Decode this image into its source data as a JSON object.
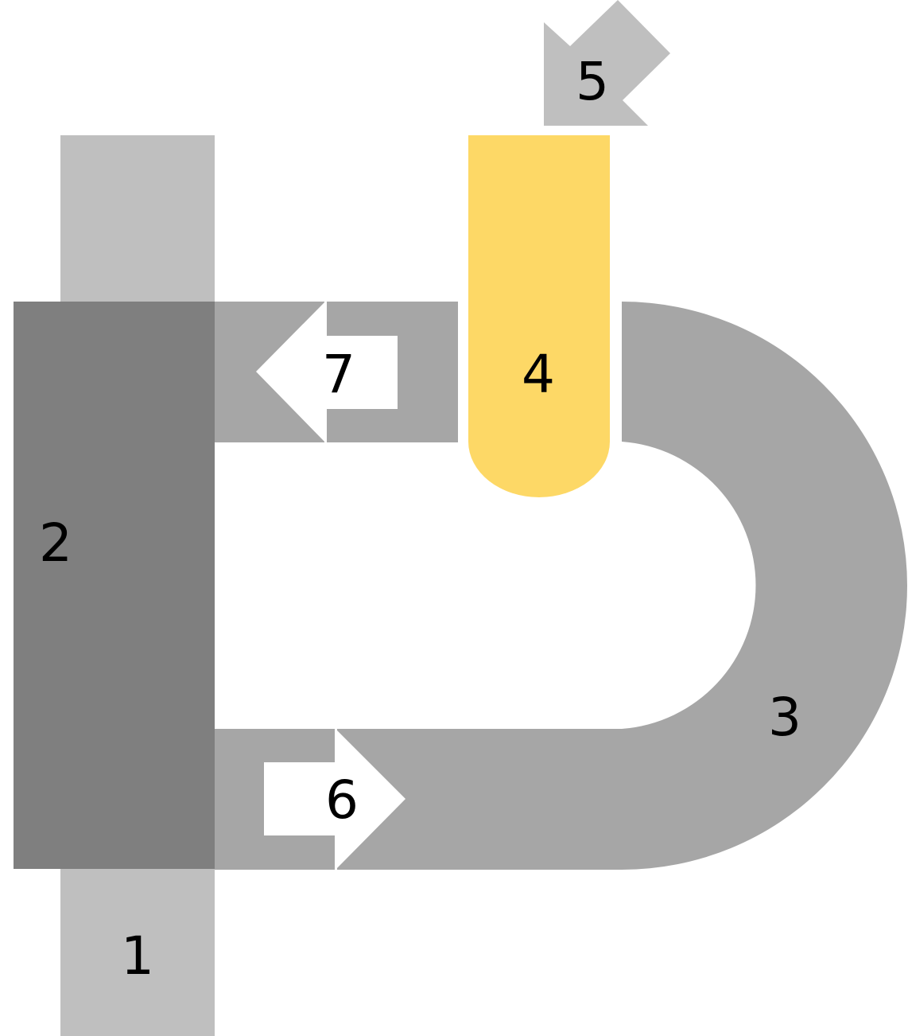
{
  "labels": {
    "part1": "1",
    "part2": "2",
    "part3": "3",
    "part4": "4",
    "part5": "5",
    "part6": "6",
    "part7": "7"
  },
  "colors": {
    "light_gray": "#bfbfbf",
    "mid_gray": "#a6a6a6",
    "dark_gray": "#7f7f7f",
    "yellow": "#fdd866",
    "arrow5_gray": "#bfbfbf",
    "background": "#ffffff"
  }
}
